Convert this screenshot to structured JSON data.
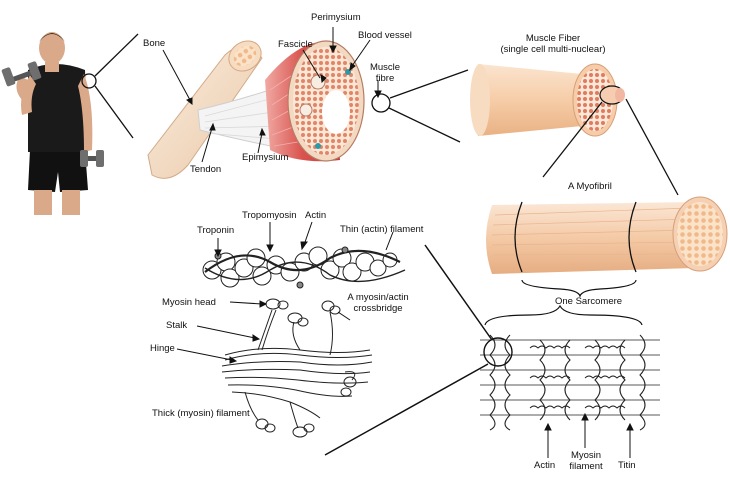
{
  "labels": {
    "bone": "Bone",
    "tendon": "Tendon",
    "epimysium": "Epimysium",
    "perimysium": "Perimysium",
    "fascicle": "Fascicle",
    "blood_vessel": "Blood vessel",
    "muscle_fibre_1": "Muscle",
    "muscle_fibre_2": "fibre",
    "muscle_fiber_title": "Muscle Fiber",
    "muscle_fiber_sub": "(single cell multi-nuclear)",
    "myofibril": "A Myofibril",
    "sarcomere": "One Sarcomere",
    "troponin": "Troponin",
    "tropomyosin": "Tropomyosin",
    "actin_top": "Actin",
    "thin_filament": "Thin (actin) filament",
    "myosin_head": "Myosin head",
    "crossbridge_1": "A myosin/actin",
    "crossbridge_2": "crossbridge",
    "stalk": "Stalk",
    "hinge": "Hinge",
    "thick_filament": "Thick (myosin) filament",
    "actin_bottom": "Actin",
    "myosin_filament_1": "Myosin",
    "myosin_filament_2": "filament",
    "titin": "Titin"
  },
  "colors": {
    "muscle_red": "#d9534f",
    "fiber_peach": "#f6cda8",
    "bone": "#f3dcc4",
    "line": "#111111"
  },
  "icons": {
    "figure": "man-lifting-dumbbell-icon"
  }
}
